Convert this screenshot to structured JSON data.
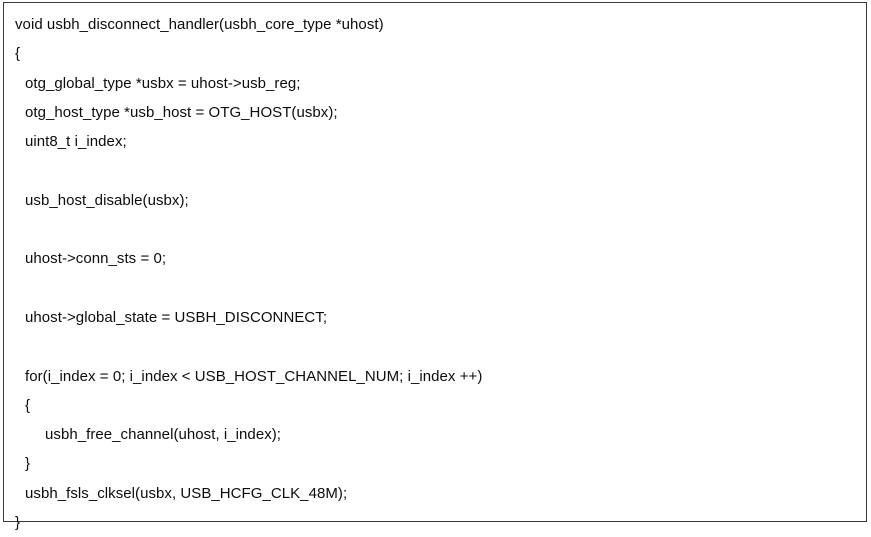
{
  "figure": {
    "kind": "code-listing",
    "language": "c",
    "border_color": "#3a3a3a",
    "background_color": "#ffffff",
    "text_color": "#0d0d0d"
  },
  "code": {
    "lines": [
      {
        "indent": 0,
        "text": "void usbh_disconnect_handler(usbh_core_type *uhost)"
      },
      {
        "indent": 0,
        "text": "{"
      },
      {
        "indent": 1,
        "text": "otg_global_type *usbx = uhost->usb_reg;"
      },
      {
        "indent": 1,
        "text": "otg_host_type *usb_host = OTG_HOST(usbx);"
      },
      {
        "indent": 1,
        "text": "uint8_t i_index;"
      },
      {
        "indent": 0,
        "text": ""
      },
      {
        "indent": 1,
        "text": "usb_host_disable(usbx);"
      },
      {
        "indent": 0,
        "text": ""
      },
      {
        "indent": 1,
        "text": "uhost->conn_sts = 0;"
      },
      {
        "indent": 0,
        "text": ""
      },
      {
        "indent": 1,
        "text": "uhost->global_state = USBH_DISCONNECT;"
      },
      {
        "indent": 0,
        "text": ""
      },
      {
        "indent": 1,
        "text": "for(i_index = 0; i_index < USB_HOST_CHANNEL_NUM; i_index ++)"
      },
      {
        "indent": 1,
        "text": "{"
      },
      {
        "indent": 2,
        "text": "usbh_free_channel(uhost, i_index);"
      },
      {
        "indent": 1,
        "text": "}"
      },
      {
        "indent": 1,
        "text": "usbh_fsls_clksel(usbx, USB_HCFG_CLK_48M);"
      },
      {
        "indent": 0,
        "text": "}"
      }
    ]
  }
}
